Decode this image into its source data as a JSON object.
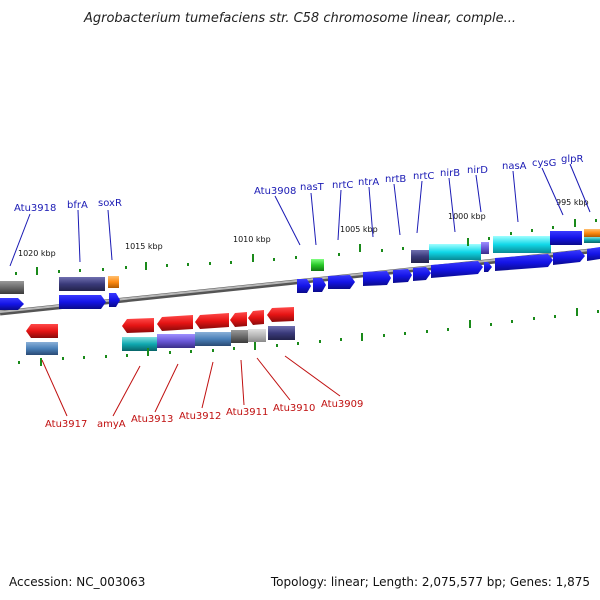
{
  "title": "Agrobacterium tumefaciens str. C58 chromosome linear, comple...",
  "accession": "Accession: NC_003063",
  "summary": "Topology: linear; Length: 2,075,577 bp; Genes: 1,875",
  "kbp_labels": [
    "1020 kbp",
    "1015 kbp",
    "1010 kbp",
    "1005 kbp",
    "1000 kbp",
    "995 kbp"
  ],
  "top_genes": [
    "Atu3918",
    "bfrA",
    "soxR",
    "Atu3908",
    "nasT",
    "nrtC",
    "ntrA",
    "nrtB",
    "nrtC",
    "nirB",
    "nirD",
    "nasA",
    "cysG",
    "glpR"
  ],
  "bottom_genes": [
    "Atu3917",
    "amyA",
    "Atu3913",
    "Atu3912",
    "Atu3911",
    "Atu3910",
    "Atu3909"
  ],
  "colors": {
    "forward_cds": "#1414e6",
    "reverse_cds": "#e61414",
    "top_label": "#1a1ab4",
    "bottom_label": "#c01010",
    "tick": "#1a8a1a",
    "backbone": "#909090"
  }
}
